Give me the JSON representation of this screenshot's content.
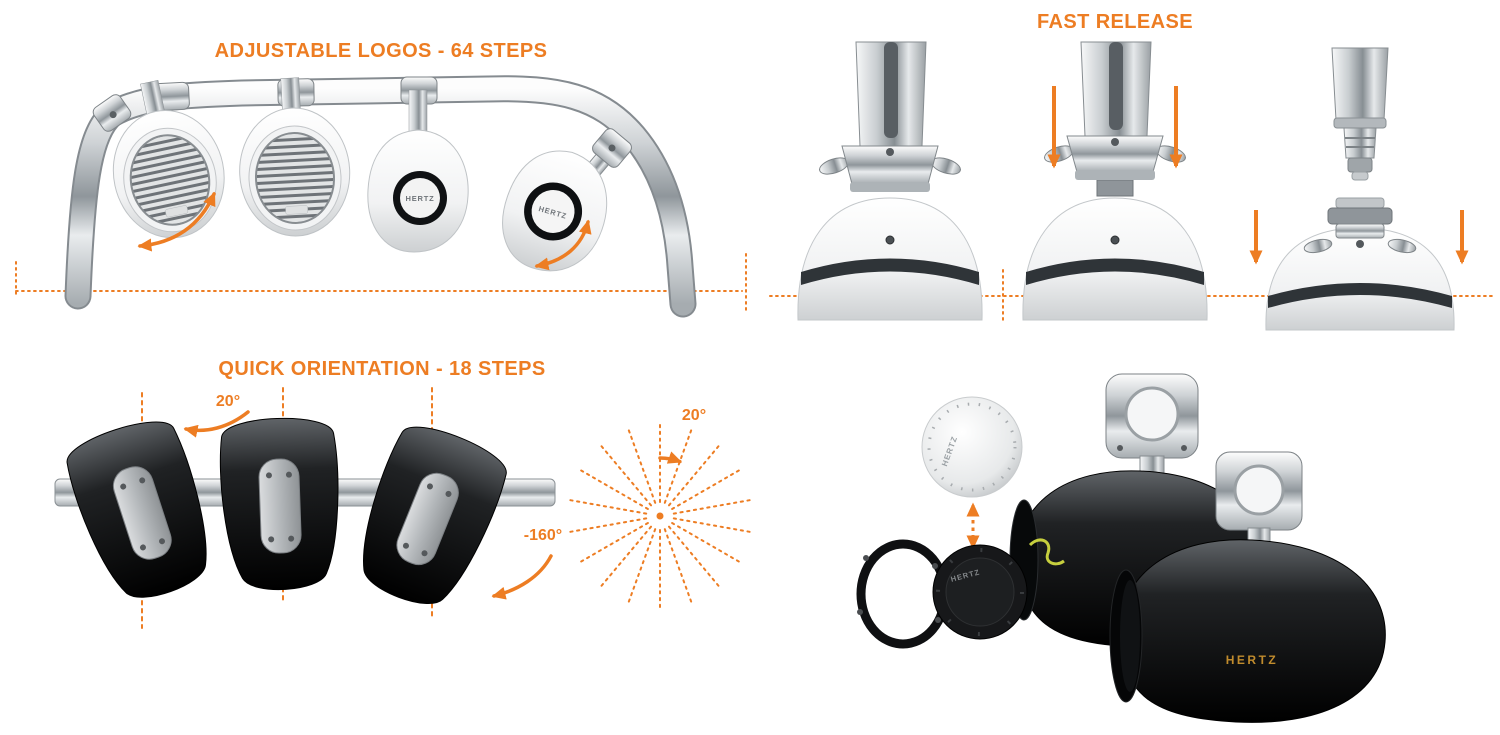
{
  "colors": {
    "accent": "#ED7D23"
  },
  "brand": "HERTZ",
  "adjustable_logos": {
    "title": "ADJUSTABLE LOGOS - 64 STEPS"
  },
  "fast_release": {
    "title": "FAST RELEASE"
  },
  "quick_orientation": {
    "title": "QUICK ORIENTATION - 18 STEPS",
    "tilt_label": "20°",
    "reverse_tilt_label": "-160°",
    "radial_step_label": "20°"
  }
}
